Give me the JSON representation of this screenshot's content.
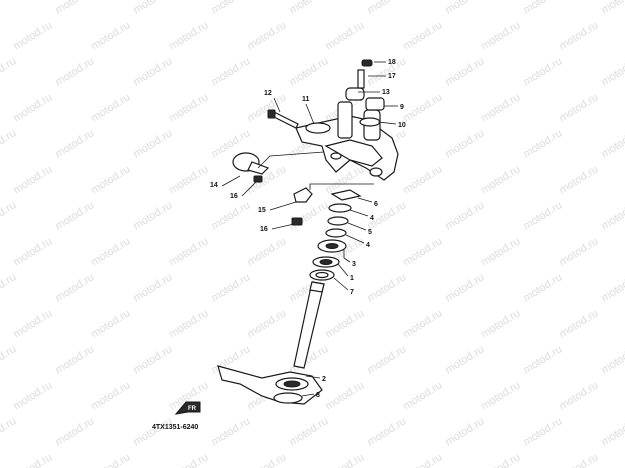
{
  "watermark": {
    "text": "motod.ru"
  },
  "diagram_code": "4TX1351-6240",
  "fr_mark": {
    "text": "FR"
  },
  "callouts": {
    "c18": "18",
    "c17": "17",
    "c13": "13",
    "c9": "9",
    "c10": "10",
    "c12": "12",
    "c11": "11",
    "c14": "14",
    "c16a": "16",
    "c15": "15",
    "c16b": "16",
    "c6": "6",
    "c4a": "4",
    "c5": "5",
    "c4b": "4",
    "c3": "3",
    "c1": "1",
    "c7": "7",
    "c2": "2",
    "c8": "8"
  }
}
